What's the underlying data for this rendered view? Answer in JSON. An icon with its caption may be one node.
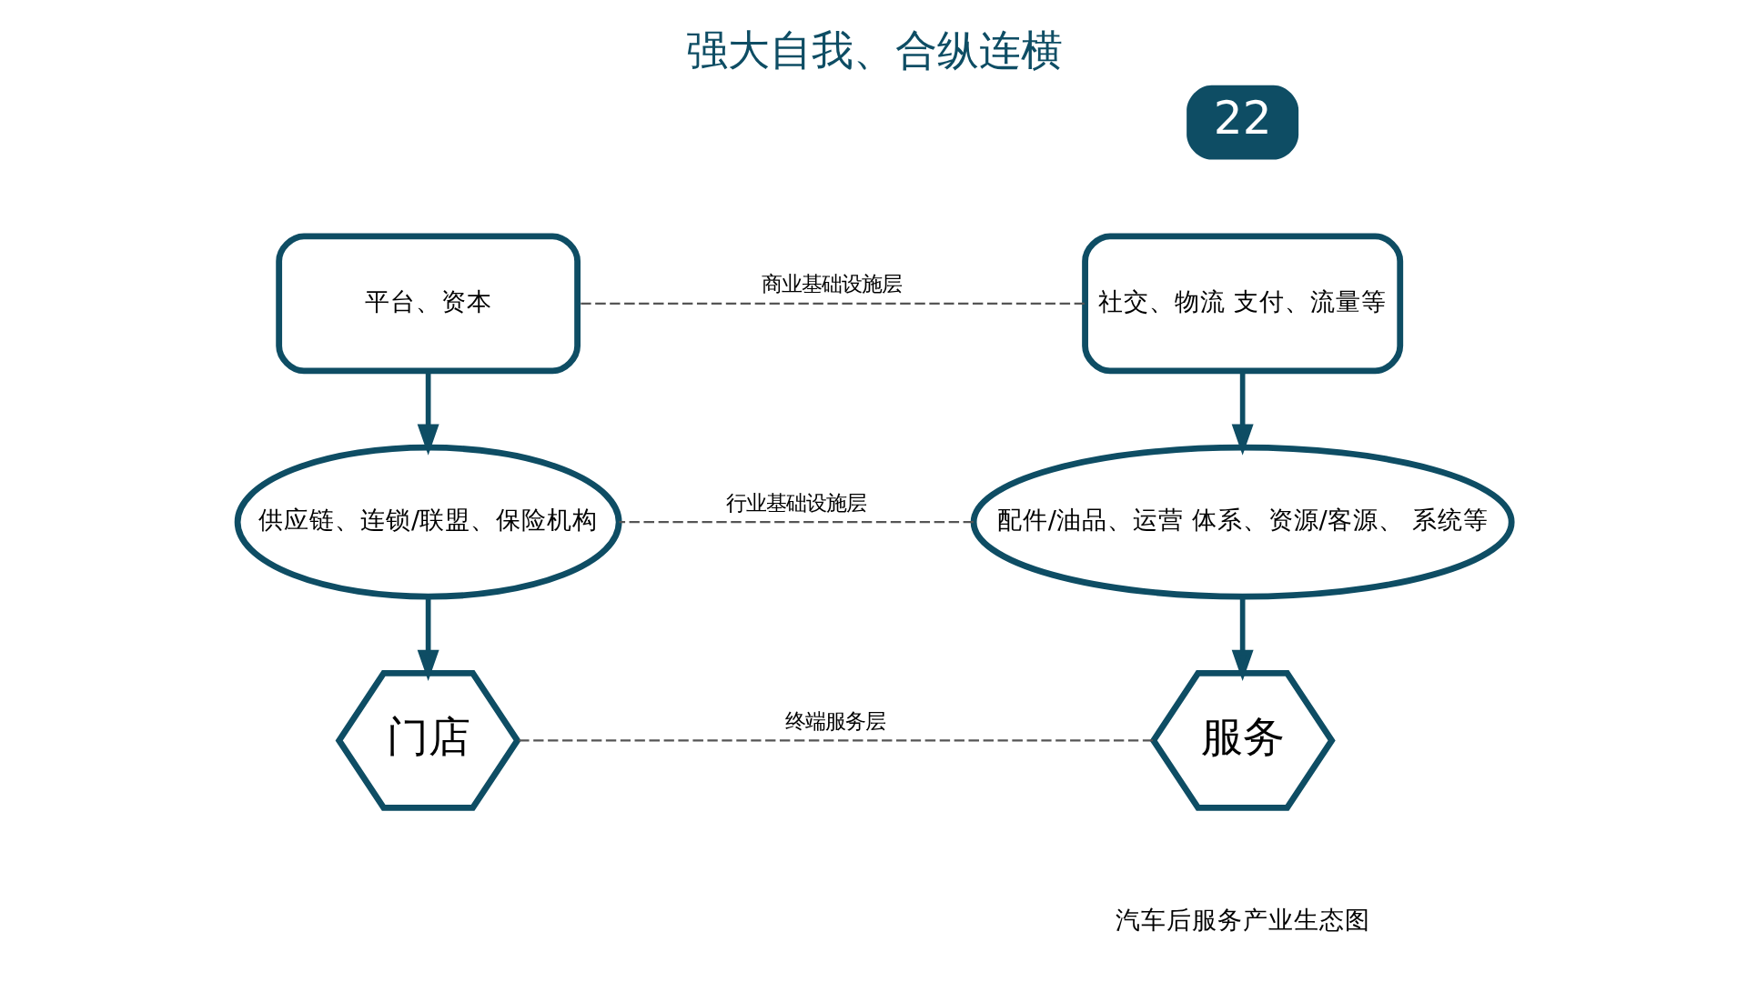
{
  "diagram": {
    "title": "强大自我、合纵连横",
    "caption": "汽车后服务产业生态图",
    "nodes": [
      {
        "text": [
          "社交、物流 支付、流量等"
        ]
      },
      {
        "text": [
          "平台、资本"
        ]
      },
      {
        "text": [
          "配件/油品、运营 体系、资源/客源、 系统等"
        ]
      },
      {
        "text": [
          "供应链、连锁/联盟、保险机构"
        ]
      },
      {
        "text": [
          "服务"
        ]
      },
      {
        "text": [
          "门店"
        ]
      }
    ],
    "edges": [
      {
        "from": 0,
        "to": 1,
        "arrow": "none",
        "label": "商业基础设施层",
        "style": "dashed",
        "color": "#555555"
      },
      {
        "from": 0,
        "to": 2,
        "arrow": "to"
      },
      {
        "from": 1,
        "to": 3,
        "arrow": "to"
      },
      {
        "from": 2,
        "to": 3,
        "arrow": "none",
        "label": "行业基础设施层",
        "style": "dashed",
        "color": "#555555"
      },
      {
        "from": 2,
        "to": 4,
        "arrow": "to"
      },
      {
        "from": 3,
        "to": 5,
        "arrow": "to"
      },
      {
        "from": 4,
        "to": 5,
        "arrow": "none",
        "label": "终端服务层",
        "style": "dashed",
        "color": "#555555"
      }
    ],
    "labels": [
      "22"
    ]
  }
}
